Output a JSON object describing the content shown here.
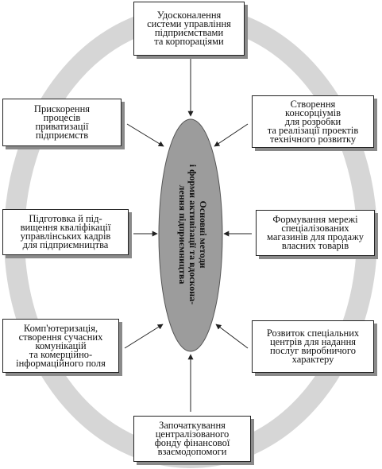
{
  "center": {
    "text": "Основні методи\nі форми активізації та вдоскона-\nлення підприємництва"
  },
  "boxes": {
    "top": "Удосконалення\nсистеми управління\nпідприємствами\nта корпораціями",
    "left_upper": "Прискорення\nпроцесів\nприватизації\nпідприємств",
    "right_upper": "Створення\nконсорціумів\nдля розробки\nта реалізації проектів\nтехнічного розвитку",
    "left_middle": "Підготовка й під-\nвищення кваліфікації\nуправлінських кадрів\nдля підприємництва",
    "right_middle": "Формування мережі\nспеціалізованих\nмагазинів для продажу\nвласних товарів",
    "left_lower": "Комп'ютеризація,\nстворення сучасних\nкомунікацій\nта комерційно-\nінформаційного поля",
    "right_lower": "Розвиток спеціальних\nцентрів для надання\nпослуг виробничого\nхарактеру",
    "bottom": "Започаткування\nцентралізованого\nфонду фінансової\nвзаємодопомоги"
  },
  "colors": {
    "ring": "#d6d6d6",
    "center_fill": "#9c9c9c",
    "box_border": "#222222",
    "box_shadow": "#8a8a8a",
    "arrow": "#222222"
  }
}
